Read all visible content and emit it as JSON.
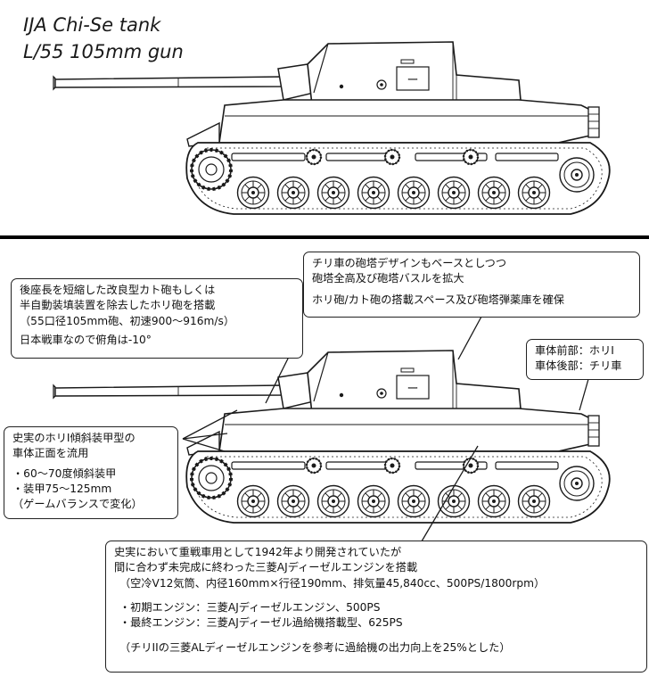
{
  "header": {
    "line1": "IJA Chi-Se tank",
    "line2": "L/55 105mm gun"
  },
  "callouts": {
    "gun": {
      "l1": "後座長を短縮した改良型カト砲もしくは",
      "l2": "半自動装填装置を除去したホリ砲を搭載",
      "l3": "（55口径105mm砲、初速900〜916m/s）",
      "l4": "日本戦車なので俯角は-10°"
    },
    "turret": {
      "l1": "チリ車の砲塔デザインもベースとしつつ",
      "l2": "砲塔全高及び砲塔バスルを拡大",
      "l3": "ホリ砲/カト砲の搭載スペース及び砲塔弾薬庫を確保"
    },
    "hull": {
      "l1": "車体前部：ホリI",
      "l2": "車体後部：チリ車"
    },
    "armor": {
      "l1": "史実のホリI傾斜装甲型の",
      "l2": "車体正面を流用",
      "l3": "・60〜70度傾斜装甲",
      "l4": "・装甲75〜125mm",
      "l5": "（ゲームバランスで変化）"
    },
    "engine": {
      "l1": "史実において重戦車用として1942年より開発されていたが",
      "l2": "間に合わず未完成に終わった三菱AJディーゼルエンジンを搭載",
      "l3": "（空冷V12気筒、内径160mm×行径190mm、排気量45,840cc、500PS/1800rpm）",
      "l4": "・初期エンジン：三菱AJディーゼルエンジン、500PS",
      "l5": "・最終エンジン：三菱AJディーゼル過給機搭載型、625PS",
      "l6": "（チリIIの三菱ALディーゼルエンジンを参考に過給機の出力向上を25%とした）"
    }
  },
  "drawing": {
    "turret_marking": "ー"
  },
  "colors": {
    "line": "#1a1a1a",
    "background": "#ffffff",
    "divider": "#000000"
  }
}
